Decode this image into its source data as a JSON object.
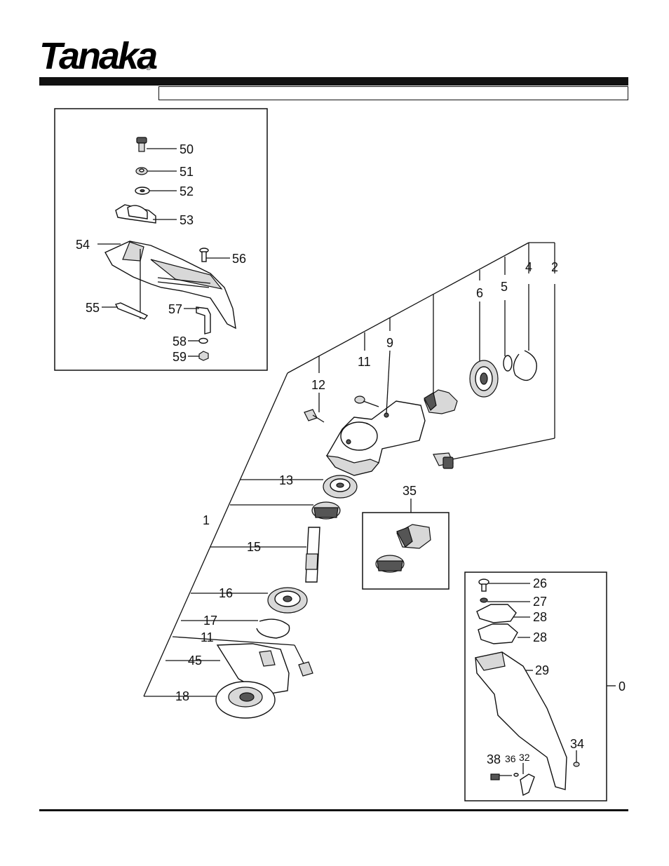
{
  "brand": {
    "logo_text": "Tanaka",
    "registered_mark": "®"
  },
  "callouts": {
    "p0": "0",
    "p1": "1",
    "p2": "2",
    "p4": "4",
    "p5": "5",
    "p6": "6",
    "p9": "9",
    "p11a": "11",
    "p11b": "11",
    "p12": "12",
    "p13": "13",
    "p15": "15",
    "p16": "16",
    "p17": "17",
    "p18": "18",
    "p26": "26",
    "p27": "27",
    "p28a": "28",
    "p28b": "28",
    "p29": "29",
    "p32": "32",
    "p34": "34",
    "p35": "35",
    "p36": "36",
    "p38": "38",
    "p45": "45",
    "p50": "50",
    "p51": "51",
    "p52": "52",
    "p53": "53",
    "p54": "54",
    "p55": "55",
    "p56": "56",
    "p57": "57",
    "p58": "58",
    "p59": "59"
  },
  "colors": {
    "ink": "#111111",
    "paper": "#ffffff"
  }
}
